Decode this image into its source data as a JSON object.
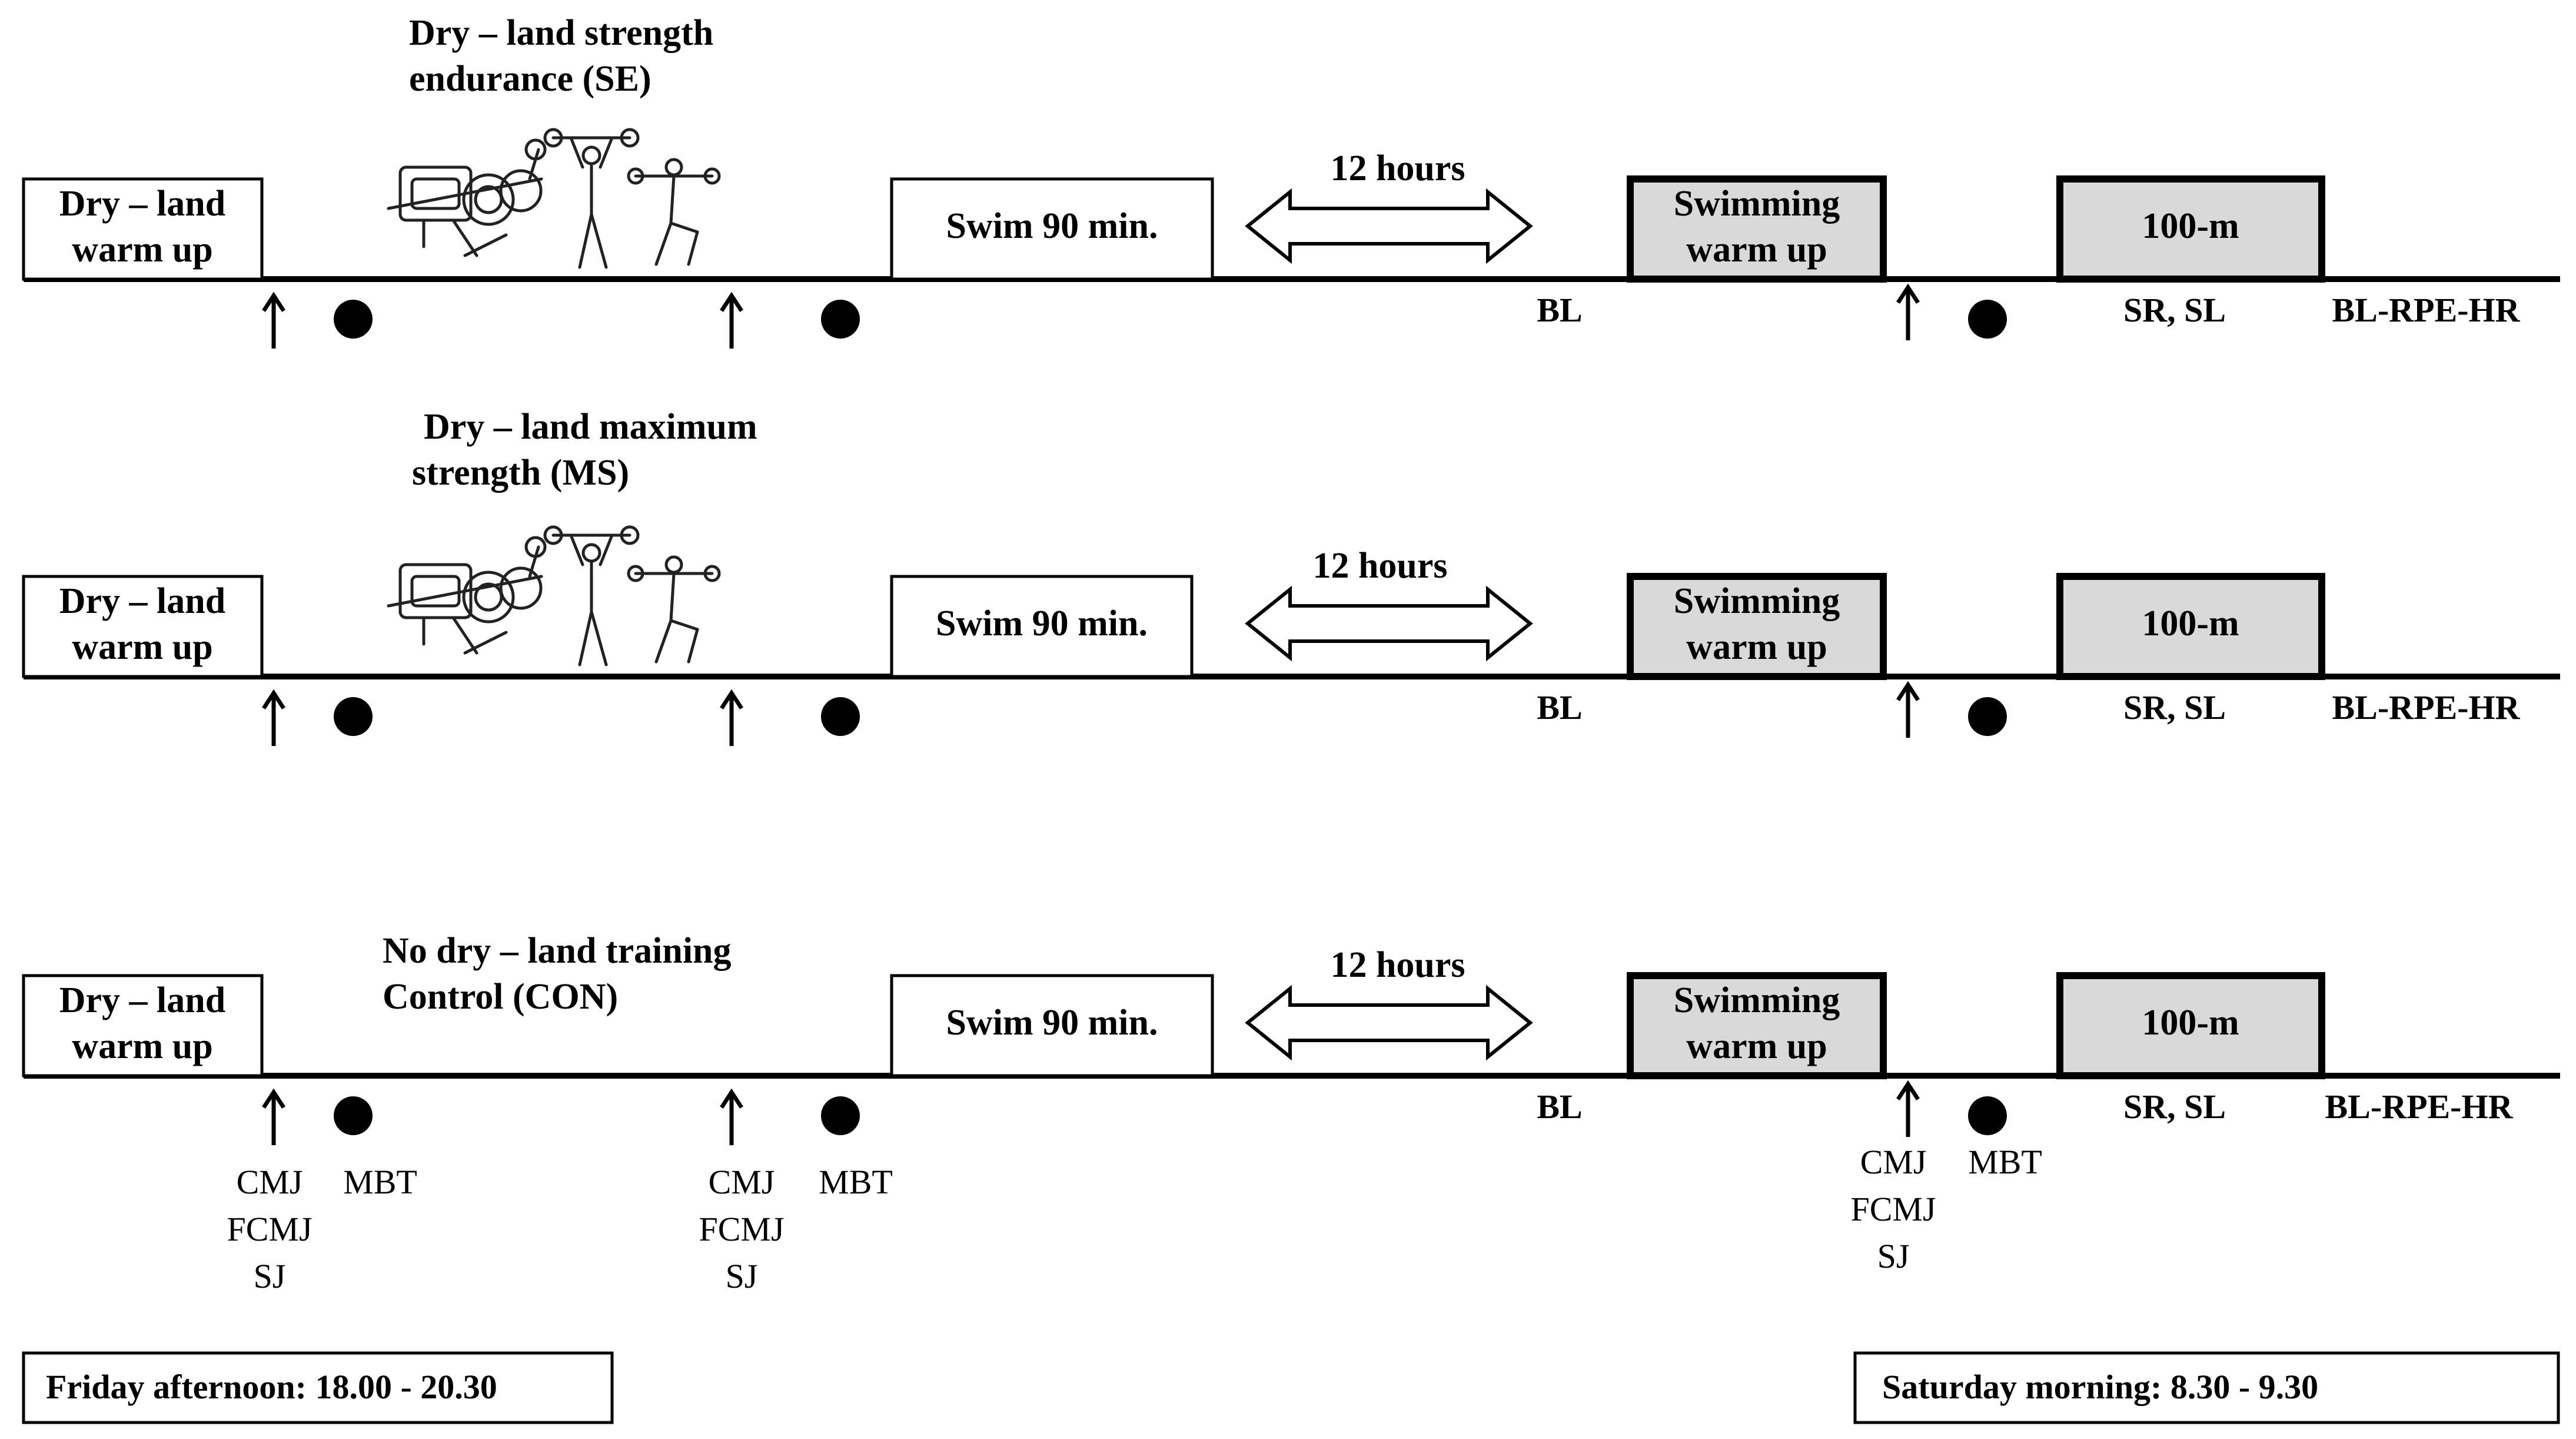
{
  "rows": [
    {
      "id": "se",
      "heading": [
        "Dry – land strength",
        "endurance (SE)"
      ],
      "has_equipment_drawing": true,
      "warmup_box": [
        "Dry – land",
        "warm up"
      ],
      "swim_box": "Swim 90 min.",
      "interval_label": "12 hours",
      "swim_warmup_box": [
        "Swimming",
        "warm up"
      ],
      "race_box": "100-m",
      "bl_label": "BL",
      "sr_sl_label": "SR, SL",
      "post_label": "BL-RPE-HR",
      "jump_tests": [],
      "ball_test": ""
    },
    {
      "id": "ms",
      "heading": [
        "Dry – land maximum",
        "strength (MS)"
      ],
      "has_equipment_drawing": true,
      "warmup_box": [
        "Dry – land",
        "warm up"
      ],
      "swim_box": "Swim 90 min.",
      "interval_label": "12 hours",
      "swim_warmup_box": [
        "Swimming",
        "warm up"
      ],
      "race_box": "100-m",
      "bl_label": "BL",
      "sr_sl_label": "SR, SL",
      "post_label": "BL-RPE-HR",
      "jump_tests": [],
      "ball_test": ""
    },
    {
      "id": "con",
      "heading": [
        "No dry – land training",
        "Control  (CON)"
      ],
      "has_equipment_drawing": false,
      "warmup_box": [
        "Dry – land",
        "warm up"
      ],
      "swim_box": "Swim 90 min.",
      "interval_label": "12 hours",
      "swim_warmup_box": [
        "Swimming",
        "warm up"
      ],
      "race_box": "100-m",
      "bl_label": "BL",
      "sr_sl_label": "SR, SL",
      "post_label": "BL-RPE-HR",
      "jump_tests": [
        "CMJ",
        "FCMJ",
        "SJ"
      ],
      "ball_test": "MBT"
    }
  ],
  "legend": {
    "arrow_marker": "arrow-up-icon",
    "dot_marker": "filled-circle-icon"
  },
  "footer": {
    "friday": "Friday afternoon: 18.00 - 20.30",
    "saturday": "Saturday morning: 8.30 - 9.30"
  },
  "colors": {
    "line": "#000000",
    "box_fill_white": "#ffffff",
    "box_fill_grey": "#d9d9d9"
  }
}
